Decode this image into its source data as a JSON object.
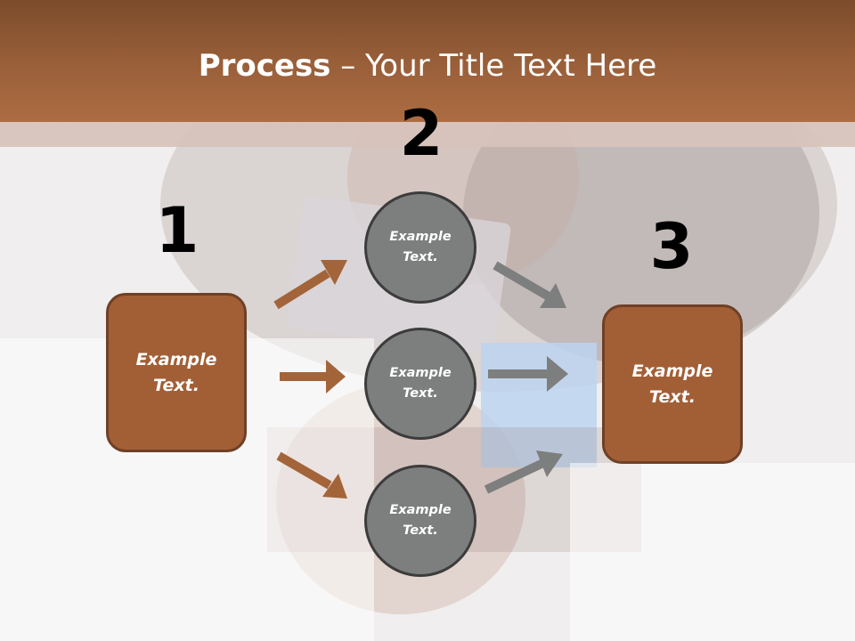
{
  "title": {
    "bold": "Process",
    "rest": " – Your Title Text Here"
  },
  "steps": [
    {
      "number": "1"
    },
    {
      "number": "2"
    },
    {
      "number": "3"
    }
  ],
  "boxes": {
    "left": {
      "text": "Example\nText."
    },
    "right": {
      "text": "Example\nText."
    }
  },
  "circles": [
    {
      "text": "Example\nText."
    },
    {
      "text": "Example\nText."
    },
    {
      "text": "Example\nText."
    }
  ],
  "colors": {
    "header": "#9a603a",
    "box_fill": "#a25f36",
    "circle_fill": "#7d7e7e",
    "arrow_orange": "#a4643a",
    "arrow_gray": "#7d7e7e"
  }
}
